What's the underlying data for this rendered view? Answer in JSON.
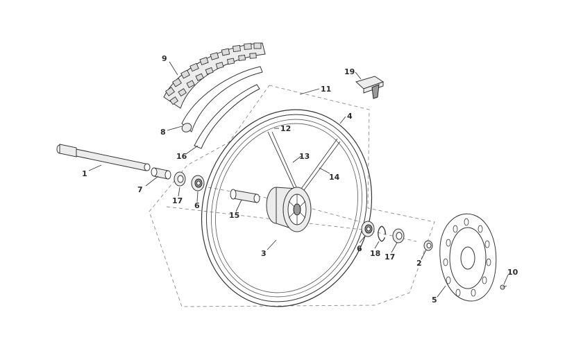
{
  "diagram": {
    "callouts": {
      "c1": "1",
      "c2": "2",
      "c3": "3",
      "c4": "4",
      "c5": "5",
      "c6a": "6",
      "c6b": "6",
      "c7": "7",
      "c8": "8",
      "c9": "9",
      "c10": "10",
      "c11": "11",
      "c12": "12",
      "c13": "13",
      "c14": "14",
      "c15": "15",
      "c16": "16",
      "c17a": "17",
      "c17b": "17",
      "c18": "18",
      "c19": "19"
    }
  }
}
